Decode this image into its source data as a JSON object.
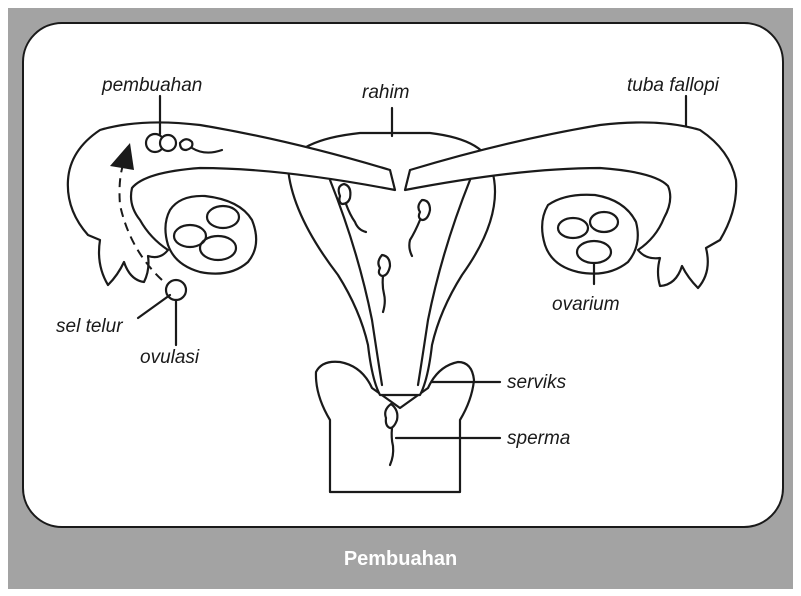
{
  "labels": {
    "pembuahan": "pembuahan",
    "rahim": "rahim",
    "tuba_fallopi": "tuba fallopi",
    "sel_telur": "sel telur",
    "ovulasi": "ovulasi",
    "ovarium": "ovarium",
    "serviks": "serviks",
    "sperma": "sperma"
  },
  "caption": "Pembuahan",
  "colors": {
    "frame": "#a3a3a3",
    "panel": "#ffffff",
    "line": "#1a1a1a",
    "caption_text": "#ffffff"
  }
}
